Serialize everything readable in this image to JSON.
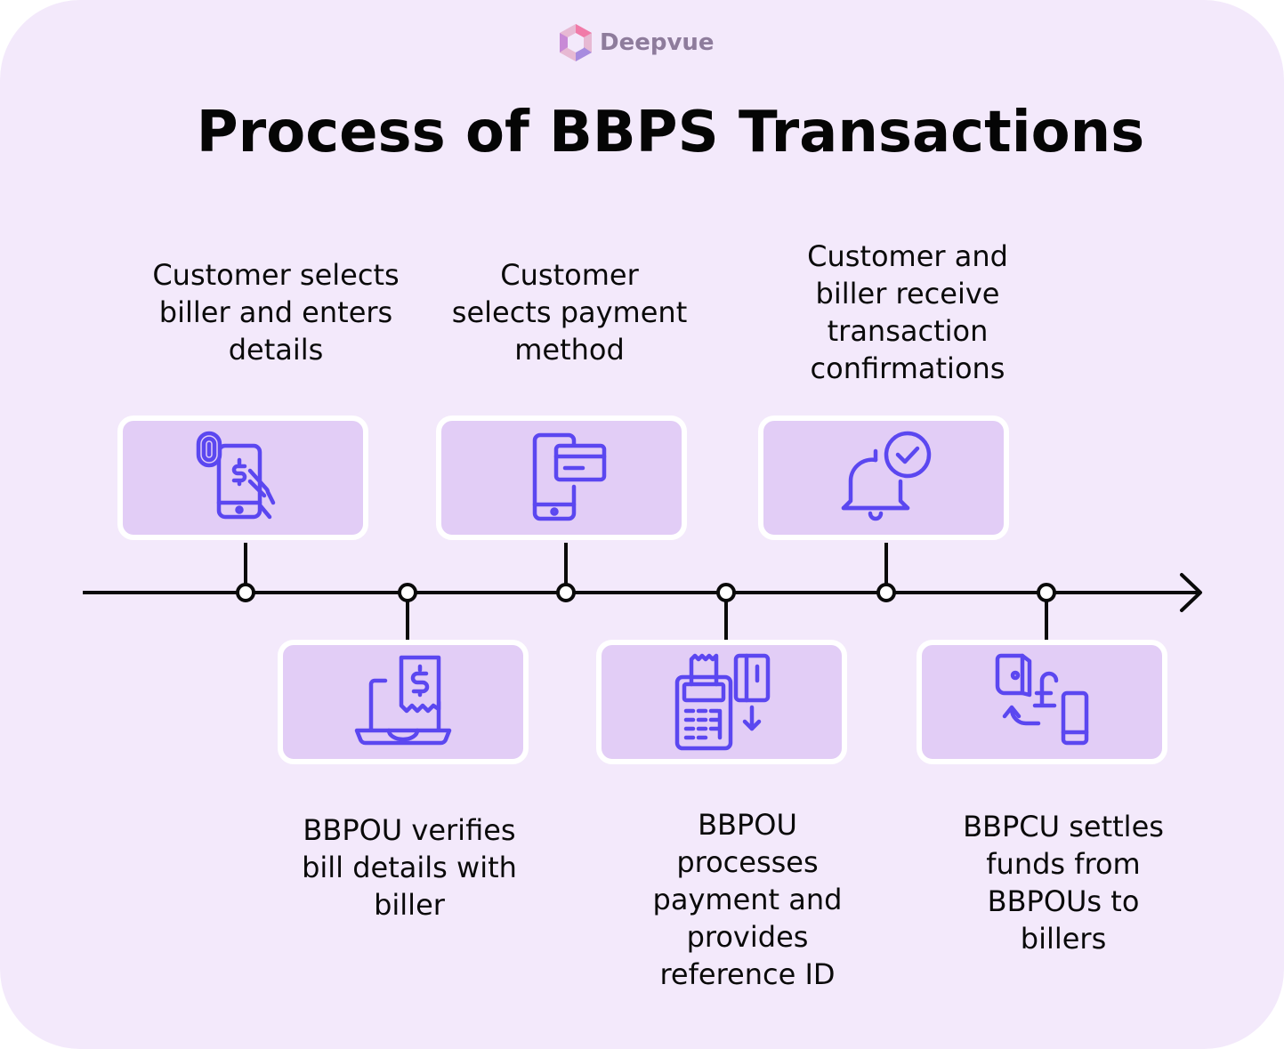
{
  "brand": {
    "name": "Deepvue"
  },
  "title": "Process of BBPS Transactions",
  "colors": {
    "background": "#f3e9fb",
    "box": "#e2cdf6",
    "icon": "#5b47f0",
    "line": "#0a0a0a"
  },
  "steps": [
    {
      "label": "Customer selects biller and enters details",
      "lines": [
        "Customer selects",
        "biller and enters",
        "details"
      ],
      "icon": "fingerprint-phone-payment-icon"
    },
    {
      "label": "BBPOU verifies bill details with biller",
      "lines": [
        "BBPOU verifies",
        "bill details with",
        "biller"
      ],
      "icon": "laptop-bill-icon"
    },
    {
      "label": "Customer selects payment method",
      "lines": [
        "Customer",
        "selects payment",
        "method"
      ],
      "icon": "phone-card-icon"
    },
    {
      "label": "BBPOU processes payment and provides reference ID",
      "lines": [
        "BBPOU",
        "processes",
        "payment and",
        "provides",
        "reference ID"
      ],
      "icon": "pos-terminal-card-icon"
    },
    {
      "label": "Customer and biller receive transaction confirmations",
      "lines": [
        "Customer and",
        "biller receive",
        "transaction",
        "confirmations"
      ],
      "icon": "bell-check-icon"
    },
    {
      "label": "BBPCU settles funds from BBPOUs to billers",
      "lines": [
        "BBPCU settles",
        "funds from",
        "BBPOUs to",
        "billers"
      ],
      "icon": "wallet-pound-transfer-icon"
    }
  ]
}
